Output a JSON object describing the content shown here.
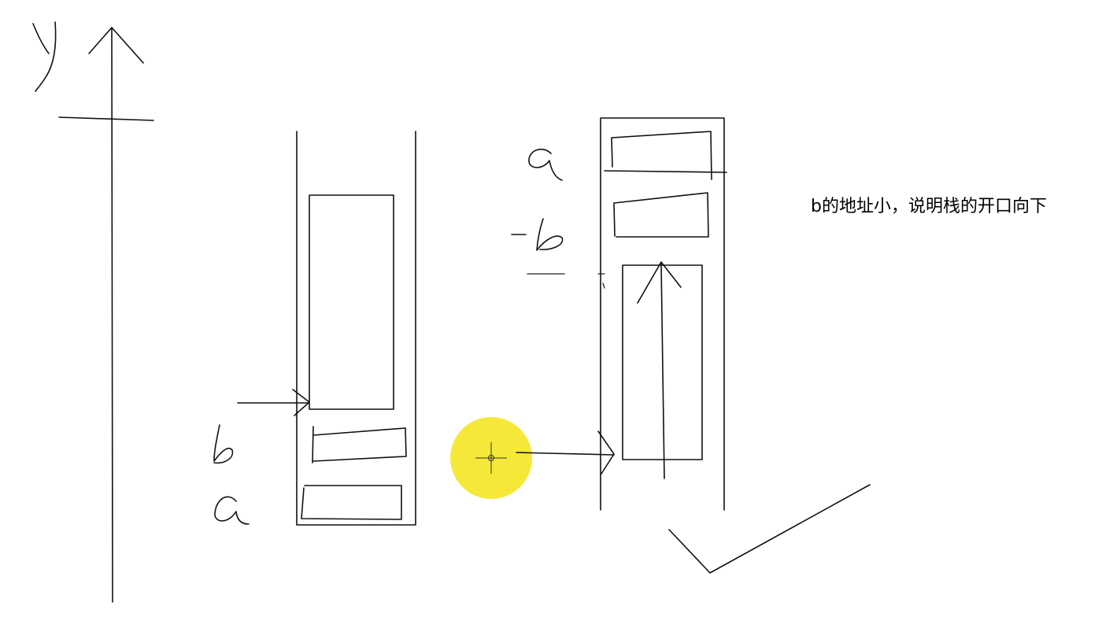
{
  "annotation": {
    "text": "b的地址小，说明栈的开口向下"
  },
  "handwritten_labels": {
    "y_axis": "y",
    "left_stack_b": "b",
    "left_stack_a": "a",
    "right_stack_a": "a",
    "right_stack_b": "-b"
  },
  "cursor_highlight_color": "#f5e622",
  "ink_color": "#111111"
}
